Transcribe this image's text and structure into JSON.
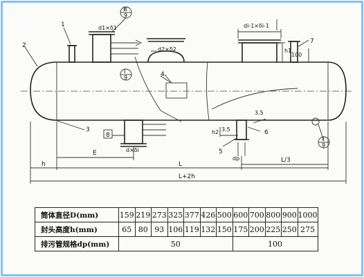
{
  "labels": {
    "part_1": "1",
    "part_2": "2",
    "part_3": "3",
    "part_4": "4",
    "part_5": "5",
    "part_6": "6",
    "part_7": "7",
    "part_8": "8",
    "detail_top_num": "Ⅲ",
    "detail_top_den": "9",
    "detail_mid_num": "Ⅰ",
    "detail_mid_den": "9",
    "detail_right_num": "Ⅱ",
    "detail_right_den": "9",
    "nozzle_d1": "d1×δ1",
    "nozzle_d2": "d2×δ2",
    "nozzle_di": "di-1×δi-1",
    "nozzle_d_bottom": "d×δi",
    "dim_h1": "h1",
    "dim_100": "100",
    "dim_h2": "h2",
    "dim_35_a": "3.5",
    "dim_35_b": "3.5",
    "dim_dp": "dp",
    "dim_E": "E",
    "dim_L": "L",
    "dim_h": "h",
    "dim_L3": "L/3",
    "dim_L2h": "L+2h"
  },
  "spec_table": {
    "rows": [
      {
        "label": "筒体直径D(mm)",
        "values": [
          "159",
          "219",
          "273",
          "325",
          "377",
          "426",
          "500",
          "600",
          "700",
          "800",
          "900",
          "1000"
        ]
      },
      {
        "label": "封头高度h(mm)",
        "values": [
          "65",
          "80",
          "93",
          "106",
          "119",
          "132",
          "150",
          "175",
          "200",
          "225",
          "250",
          "275"
        ]
      },
      {
        "label": "排污管规格dp(mm)",
        "groups": [
          {
            "value": "50",
            "span": 7
          },
          {
            "value": "100",
            "span": 5
          }
        ]
      }
    ]
  }
}
